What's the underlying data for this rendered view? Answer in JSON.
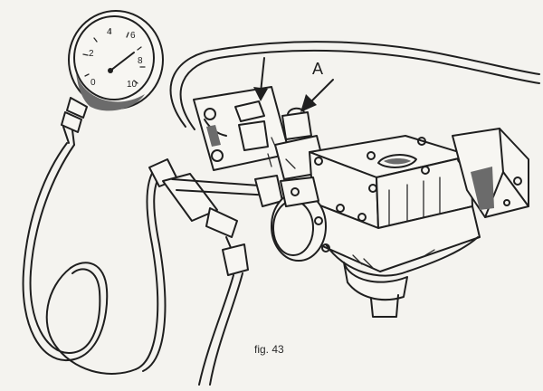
{
  "figure": {
    "caption": "fig. 43",
    "callout_label": "A"
  },
  "gauge": {
    "dial_numbers": [
      "0",
      "2",
      "4",
      "6",
      "8",
      "10"
    ]
  }
}
